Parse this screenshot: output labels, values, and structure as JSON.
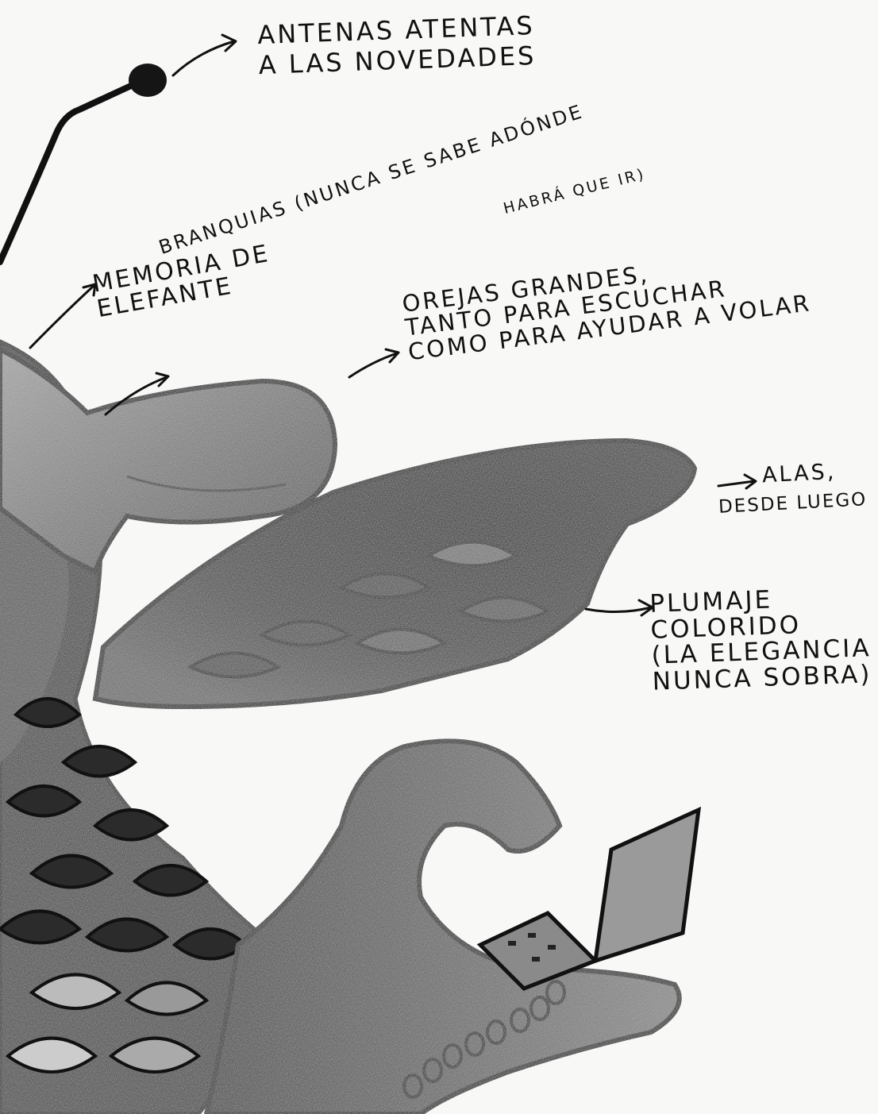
{
  "annotations": {
    "antenas": {
      "line1": "ANTENAS ATENTAS",
      "line2": "A LAS NOVEDADES"
    },
    "memoria": {
      "line1": "MEMORIA DE",
      "line2": "ELEFANTE"
    },
    "branquias": {
      "main": "BRANQUIAS (NUNCA SE SABE ADÓNDE",
      "sub": "HABRÁ QUE IR)"
    },
    "orejas": {
      "line1": "OREJAS GRANDES,",
      "line2": "TANTO PARA ESCUCHAR",
      "line3": "COMO PARA AYUDAR A VOLAR"
    },
    "alas": {
      "line1": "ALAS,",
      "line2": "DESDE LUEGO"
    },
    "plumaje": {
      "line1": "PLUMAJE",
      "line2": "COLORIDO",
      "line3": "(LA ELEGANCIA",
      "line4": "NUNCA SOBRA)"
    }
  },
  "icons": [
    "antenna-icon",
    "ear-icon",
    "wing-icon",
    "tentacle-icon",
    "laptop-icon"
  ],
  "colors": {
    "ink": "#111111",
    "paper": "#f8f8f6",
    "shade_dark": "#2a2a2a",
    "shade_mid": "#6e6e6e",
    "shade_light": "#b4b4b4"
  }
}
